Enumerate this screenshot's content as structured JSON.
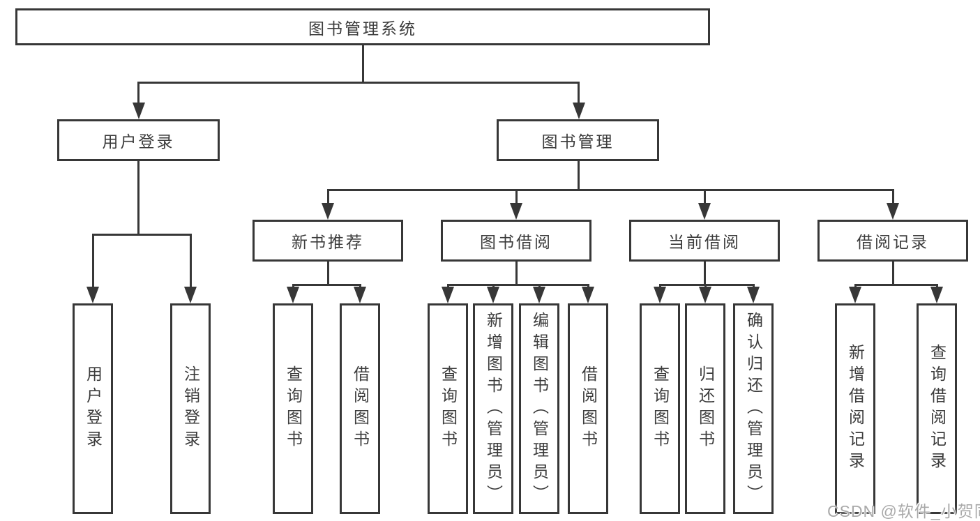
{
  "diagram_title": "图书管理系统",
  "tree": {
    "root": {
      "label": "图书管理系统"
    },
    "user_login": {
      "label": "用户登录",
      "children": [
        "用户登录",
        "注销登录"
      ]
    },
    "book_management": {
      "label": "图书管理",
      "groups": [
        {
          "label": "新书推荐",
          "children": [
            "查询图书",
            "借阅图书"
          ]
        },
        {
          "label": "图书借阅",
          "children": [
            "查询图书",
            "新增图书（管理员）",
            "编辑图书（管理员）",
            "借阅图书"
          ]
        },
        {
          "label": "当前借阅",
          "children": [
            "查询图书",
            "归还图书",
            "确认归还（管理员）"
          ]
        },
        {
          "label": "借阅记录",
          "children": [
            "新增借阅记录",
            "查询借阅记录"
          ]
        }
      ]
    }
  },
  "watermark": {
    "text": "CSDN @软件_小贺同学"
  },
  "colors": {
    "line": "#373737",
    "box_border": "#373737",
    "text": "#3c3c3c",
    "background": "#ffffff",
    "watermark": "#a9a9a9"
  }
}
